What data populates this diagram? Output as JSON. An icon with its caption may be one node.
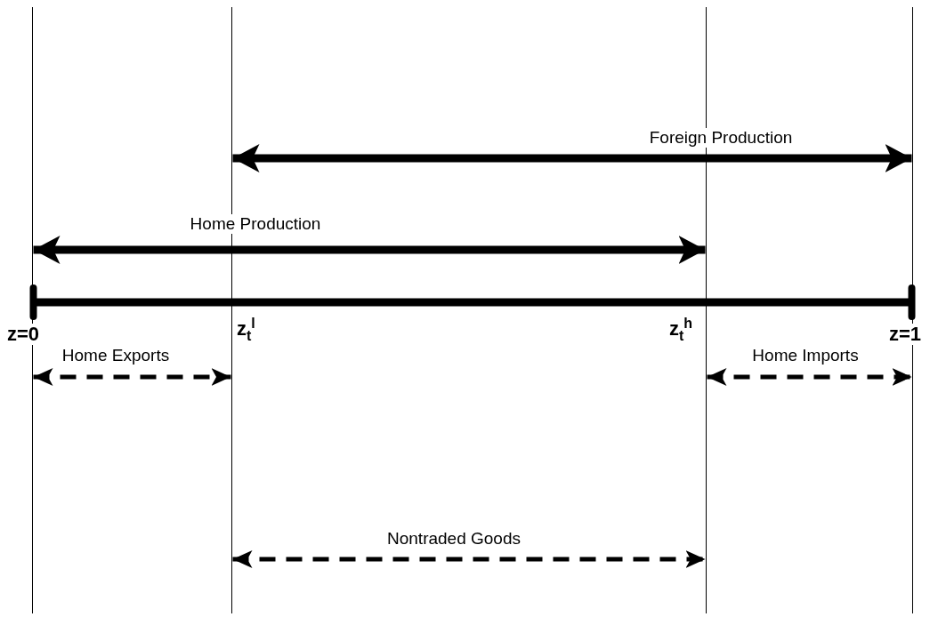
{
  "diagram": {
    "nodes": [
      {
        "text": [],
        "shape": "line"
      },
      {
        "text": [],
        "shape": "line"
      },
      {
        "text": [],
        "shape": "line"
      },
      {
        "text": [],
        "shape": "line"
      }
    ],
    "edges": [
      {
        "from": 1,
        "to": 3,
        "arrow": "both",
        "label": "Foreign Production",
        "style": "thick"
      },
      {
        "from": 0,
        "to": 2,
        "arrow": "both",
        "label": "Home Production",
        "style": "thick"
      },
      {
        "from": 0,
        "to": 1,
        "arrow": "both",
        "label": "Home Exports",
        "style": "dashed"
      },
      {
        "from": 2,
        "to": 3,
        "arrow": "both",
        "label": "Home Imports",
        "style": "dashed"
      },
      {
        "from": 1,
        "to": 2,
        "arrow": "both",
        "label": "Nontraded Goods",
        "style": "dashed"
      },
      {
        "from": 0,
        "to": 3,
        "arrow": "other",
        "style": "thick"
      }
    ],
    "labels": [
      "z=0",
      "z$_{t}$$^{l}$",
      "z$_{t}$$^{h}$",
      "z=1"
    ]
  }
}
